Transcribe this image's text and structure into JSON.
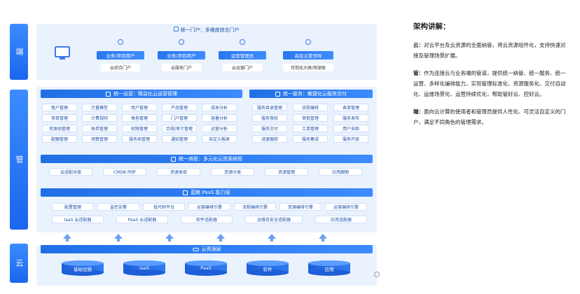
{
  "side_labels": {
    "duan": "端",
    "guan": "管",
    "yun": "云"
  },
  "portal": {
    "header": "统一门户：多维度综合门户",
    "roles": [
      {
        "role": "业务/项目用户",
        "portal": "云综合门户"
      },
      {
        "role": "业务/项目用户",
        "portal": "云服务门户"
      },
      {
        "role": "运营管理员",
        "portal": "云运营门户"
      },
      {
        "role": "高层主管领导",
        "portal": "可视化大屏/驾驶舱"
      }
    ]
  },
  "ops": {
    "header": "统一运营：精益化云运营管理",
    "grid": [
      [
        "租户管理",
        "计量模型",
        "用户管理",
        "产品管理",
        "成本分析"
      ],
      [
        "项目管理",
        "计费规则",
        "角色管理",
        "门户管理",
        "容量分析"
      ],
      [
        "资源池管理",
        "账单管理",
        "权限管理",
        "合规/审计管理",
        "运营分析"
      ],
      [
        "配额管理",
        "预算管理",
        "服务商管理",
        "通知管理",
        "自定义报表"
      ]
    ]
  },
  "svc": {
    "header": "统一服务：敏捷化云服务交付",
    "grid": [
      [
        "服务目录管理",
        "流程编排",
        "表单管理"
      ],
      [
        "服务授权",
        "审批管理",
        "服务发布"
      ],
      [
        "服务交付",
        "工单管理",
        "用户自助"
      ],
      [
        "进度跟踪",
        "服务集成",
        "服务开放"
      ]
    ]
  },
  "nanguan": {
    "header": "统一纳管：多元化云资源纳管",
    "items": [
      "云适配对接",
      "CMDB 同步",
      "资源发现",
      "资源分类",
      "资源管理",
      "应用跟图"
    ]
  },
  "paas": {
    "header": "蓝鲸 PaaS 能力层",
    "row1": [
      "配置管理",
      "监控告警",
      "低代码平台",
      "运营编排引擎",
      "流程编排引擎",
      "资源编排引擎",
      "运营编排引擎"
    ],
    "row2": [
      "IaaS 云适配器",
      "PaaS 云适配器",
      "软件适配器",
      "运维及安全适配器",
      "应用适配器"
    ]
  },
  "cloud": {
    "header": "云资源层",
    "items": [
      "基础设施",
      "IaaS",
      "PaaS",
      "软件",
      "应用"
    ]
  },
  "explain": {
    "title": "架构讲解：",
    "items": [
      {
        "key": "云：",
        "text": "对云平台及云资源的全面纳管，将云资源组件化，支持快速对接及管理场景扩展。"
      },
      {
        "key": "管：",
        "text": "作为连接云与业务端的管道，提供统一纳管、统一服务、统一运营、多样化编排能力，实现管理标准化、资源服务化、交付自动化、运维场景化、运营持续优化，帮助管好云、控好云。"
      },
      {
        "key": "端：",
        "text": "面向云计算的使用者和管理员提供人性化、可灵活自定义的门户，满足不同角色的管理需求。"
      }
    ]
  },
  "colors": {
    "primary": "#1f6fe5",
    "panel": "#eaf2fe",
    "tag_border": "#cfe0fb"
  }
}
